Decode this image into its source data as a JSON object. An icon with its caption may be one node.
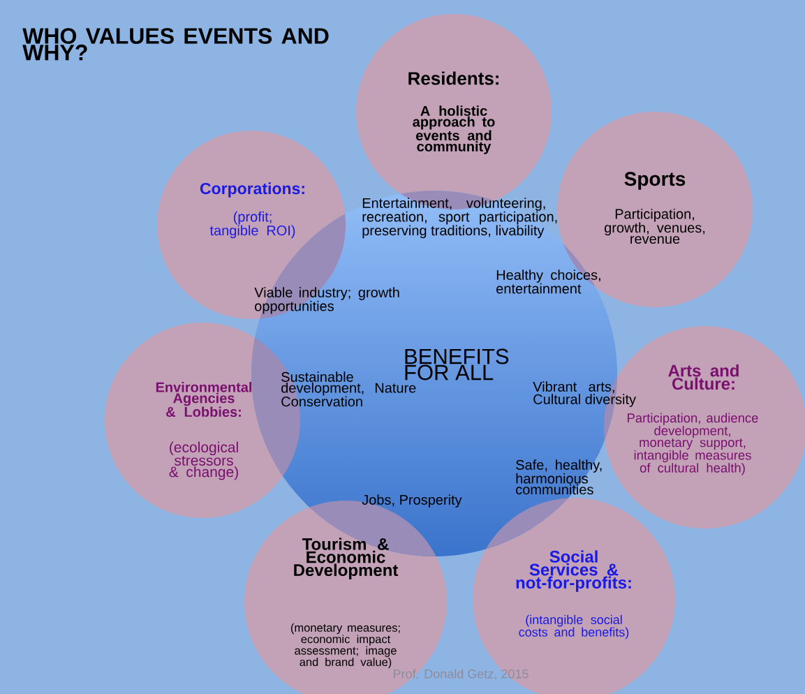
{
  "diagram": {
    "title": "WHO VALUES EVENTS AND WHY?",
    "nodes": [
      {
        "text": [
          "Entertainment, volunteering, recreation, sport participation, preserving traditions, livability",
          "Healthy choices, entertainment",
          "Viable industry; growth opportunities",
          "BENEFITS FOR ALL",
          "Sustainable development, Nature Conservation",
          "Vibrant arts, Cultural diversity",
          "Safe, healthy, harmonious communities",
          "Jobs, Prosperity"
        ]
      },
      {
        "text": [
          "Residents:",
          "A holistic approach to events and community"
        ]
      },
      {
        "text": [
          "Corporations:",
          "(profit; tangible ROI)"
        ]
      },
      {
        "text": [
          "Sports",
          "Participation, growth, venues, revenue"
        ]
      },
      {
        "text": [
          "Environmental Agencies & Lobbies:",
          "(ecological stressors & change)"
        ]
      },
      {
        "text": [
          "Arts and Culture:",
          "Participation, audience development, monetary support, intangible measures of cultural health)"
        ]
      },
      {
        "text": [
          "Tourism & Economic Development",
          "(monetary measures; economic impact assessment; image and brand value)"
        ]
      },
      {
        "text": [
          "Social Services & not-for-profits:",
          "(intangible social costs and benefits)"
        ]
      }
    ],
    "labels": [
      "Prof. Donald Getz, 2015"
    ]
  }
}
